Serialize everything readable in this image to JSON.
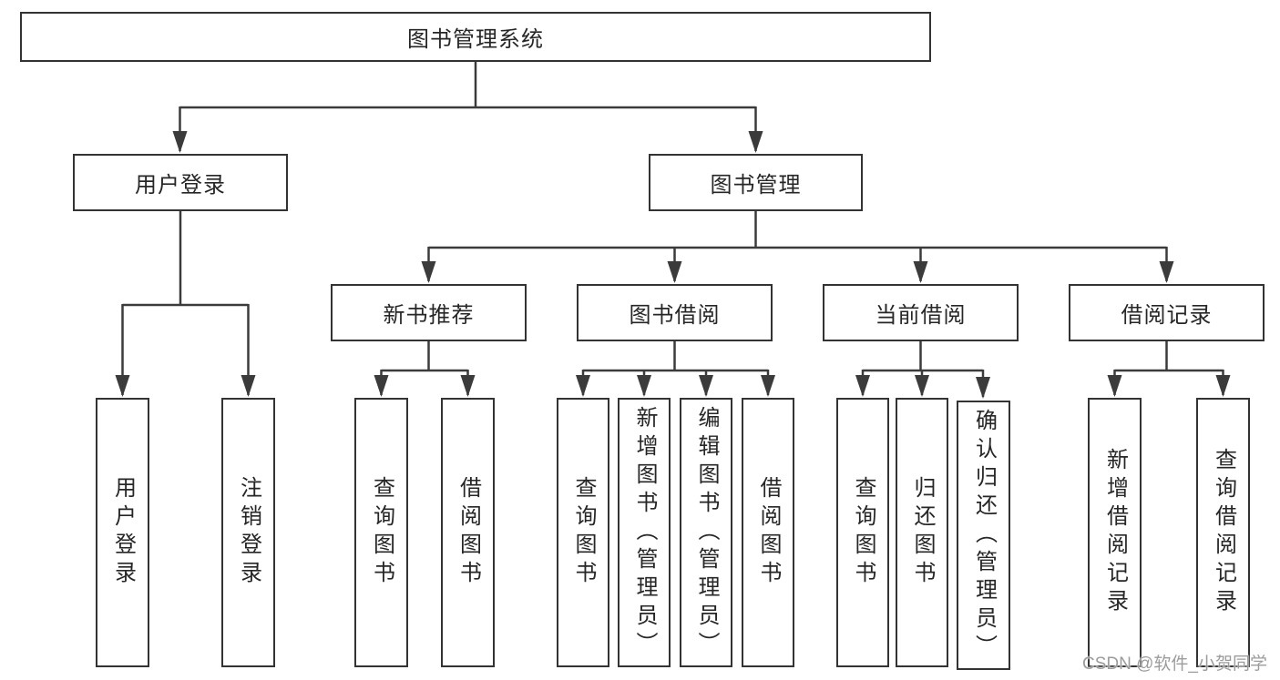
{
  "root": {
    "label": "图书管理系统"
  },
  "level2": [
    {
      "label": "用户登录"
    },
    {
      "label": "图书管理"
    }
  ],
  "level3": [
    {
      "label": "新书推荐"
    },
    {
      "label": "图书借阅"
    },
    {
      "label": "当前借阅"
    },
    {
      "label": "借阅记录"
    }
  ],
  "leaves": [
    {
      "label": "用户登录"
    },
    {
      "label": "注销登录"
    },
    {
      "label": "查询图书"
    },
    {
      "label": "借阅图书"
    },
    {
      "label": "查询图书"
    },
    {
      "label": "新增图书（管理员）"
    },
    {
      "label": "编辑图书（管理员）"
    },
    {
      "label": "借阅图书"
    },
    {
      "label": "查询图书"
    },
    {
      "label": "归还图书"
    },
    {
      "label": "确认归还（管理员）"
    },
    {
      "label": "新增借阅记录"
    },
    {
      "label": "查询借阅记录"
    }
  ],
  "watermark": {
    "text": "CSDN @软件_小贺同学",
    "color": "#9c9c9c"
  },
  "colors": {
    "line": "#3b3b3b",
    "border": "#333333",
    "text": "#262626",
    "background": "#ffffff"
  }
}
